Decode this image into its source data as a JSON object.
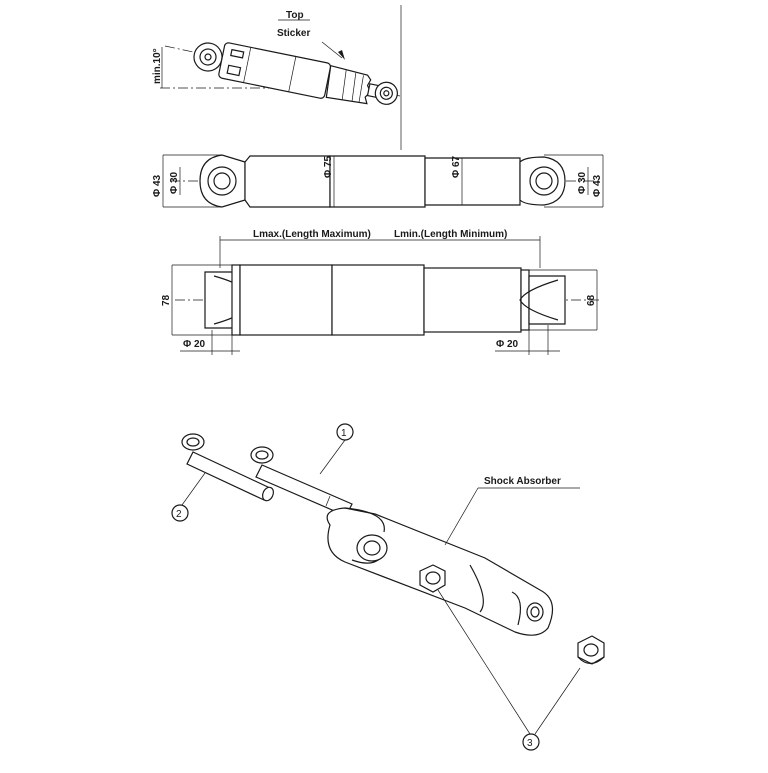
{
  "labels": {
    "top": "Top",
    "sticker": "Sticker",
    "angle": "min.10°",
    "dia_43_left": "Φ 43",
    "dia_30_left": "Φ 30",
    "dia_75": "Φ 75",
    "dia_67": "Φ 67",
    "dia_30_right": "Φ 30",
    "dia_43_right": "Φ 43",
    "lmax": "Lmax.(Length Maximum)",
    "lmin": "Lmin.(Length Minimum)",
    "height_78": "78",
    "height_68": "68",
    "dia_20_left": "Φ 20",
    "dia_20_right": "Φ 20",
    "shock_absorber": "Shock Absorber"
  },
  "callouts": [
    "1",
    "2",
    "3"
  ]
}
